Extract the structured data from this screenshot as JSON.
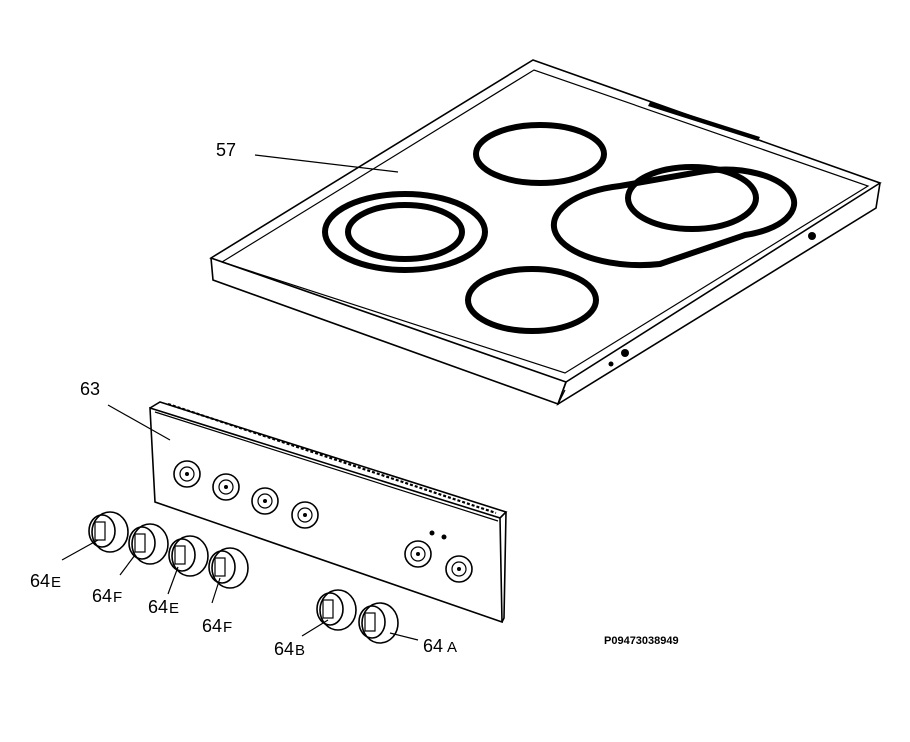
{
  "parts": {
    "hob": {
      "number": "57"
    },
    "panel": {
      "number": "63"
    },
    "knobs": [
      {
        "number": "64",
        "suffix": "E"
      },
      {
        "number": "64",
        "suffix": "F"
      },
      {
        "number": "64",
        "suffix": "E"
      },
      {
        "number": "64",
        "suffix": "F"
      },
      {
        "number": "64",
        "suffix": "B"
      },
      {
        "number": "64",
        "suffix": "A"
      }
    ]
  },
  "drawing_code": "P09473038949"
}
